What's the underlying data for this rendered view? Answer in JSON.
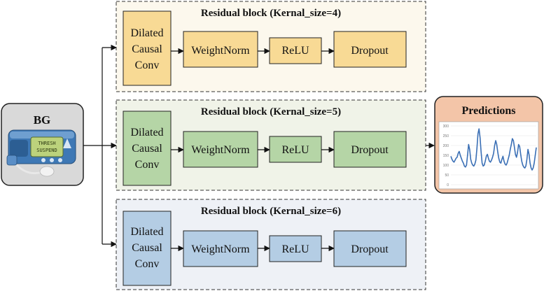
{
  "input": {
    "label": "BG",
    "device_screen_lines": [
      "THRESH",
      "SUSPEND"
    ]
  },
  "blocks": [
    {
      "title": "Residual block (Kernal_size=4)",
      "conv_lines": [
        "Dilated",
        "Causal",
        "Conv"
      ],
      "steps": [
        "WeightNorm",
        "ReLU",
        "Dropout"
      ],
      "colors": {
        "panel": "#fcf8ed",
        "box": "#f8da95"
      }
    },
    {
      "title": "Residual block (Kernal_size=5)",
      "conv_lines": [
        "Dilated",
        "Causal",
        "Conv"
      ],
      "steps": [
        "WeightNorm",
        "ReLU",
        "Dropout"
      ],
      "colors": {
        "panel": "#f0f3e8",
        "box": "#b5d5a6"
      }
    },
    {
      "title": "Residual block (Kernal_size=6)",
      "conv_lines": [
        "Dilated",
        "Causal",
        "Conv"
      ],
      "steps": [
        "WeightNorm",
        "ReLU",
        "Dropout"
      ],
      "colors": {
        "panel": "#eef1f6",
        "box": "#b4cde4"
      }
    }
  ],
  "output": {
    "label": "Predictions",
    "colors": {
      "panel": "#f3c5a8",
      "line": "#3a6fb5"
    },
    "y_ticks": [
      "300",
      "250",
      "200",
      "150",
      "100",
      "50",
      "0"
    ],
    "y_values": [
      145,
      130,
      120,
      115,
      125,
      135,
      140,
      160,
      170,
      150,
      135,
      120,
      110,
      95,
      90,
      100,
      150,
      205,
      180,
      130,
      110,
      100,
      95,
      105,
      125,
      185,
      260,
      285,
      240,
      170,
      110,
      95,
      100,
      120,
      145,
      155,
      135,
      120,
      115,
      125,
      140,
      160,
      200,
      225,
      205,
      165,
      135,
      115,
      110,
      130,
      145,
      120,
      105,
      100,
      110,
      130,
      150,
      180,
      205,
      235,
      225,
      190,
      155,
      140,
      165,
      205,
      195,
      155,
      120,
      100,
      90,
      85,
      95,
      130,
      180,
      155,
      110,
      85,
      75,
      85,
      110,
      150,
      190
    ]
  }
}
